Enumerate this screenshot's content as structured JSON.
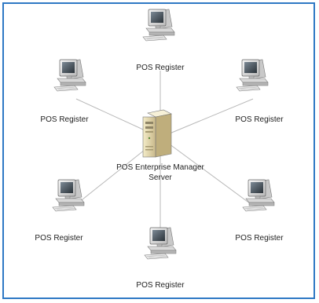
{
  "diagram": {
    "center": {
      "label_line1": "POS Enterprise Manager",
      "label_line2": "Server"
    },
    "nodes": [
      {
        "id": "top",
        "label": "POS Register"
      },
      {
        "id": "upper-left",
        "label": "POS Register"
      },
      {
        "id": "upper-right",
        "label": "POS Register"
      },
      {
        "id": "lower-left",
        "label": "POS Register"
      },
      {
        "id": "lower-right",
        "label": "POS Register"
      },
      {
        "id": "bottom",
        "label": "POS Register"
      }
    ],
    "colors": {
      "frame_border": "#2e78c4",
      "connector_line": "#b8b8b8",
      "server_body": "#e9dfb7",
      "monitor_body": "#e6e6e6"
    }
  }
}
